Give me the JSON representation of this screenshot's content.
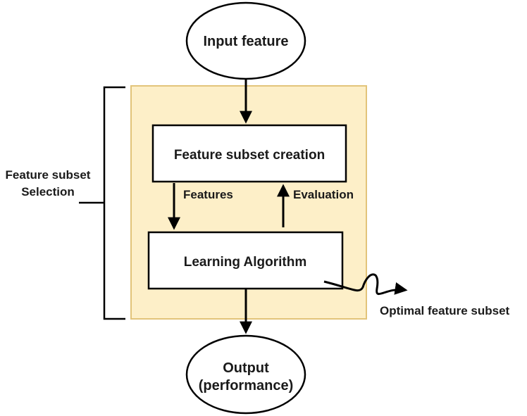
{
  "nodes": {
    "input": "Input feature",
    "subset_creation": "Feature subset creation",
    "learning": "Learning Algorithm",
    "output_line1": "Output",
    "output_line2": "(performance)"
  },
  "labels": {
    "features": "Features",
    "evaluation": "Evaluation",
    "optimal": "Optimal feature subset",
    "selection_line1": "Feature subset",
    "selection_line2": "Selection"
  },
  "colors": {
    "panel_fill": "#fdefc8",
    "panel_border": "#e2c47a",
    "stroke": "#000000"
  }
}
